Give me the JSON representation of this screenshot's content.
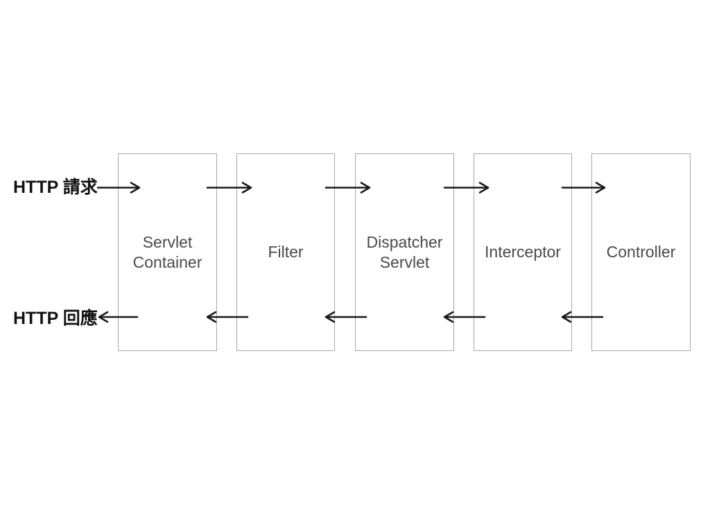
{
  "diagram": {
    "type": "flow-diagram",
    "flow_labels": {
      "request": "HTTP 請求",
      "response": "HTTP 回應"
    },
    "boxes": [
      {
        "id": "servlet-container",
        "label": "Servlet Container"
      },
      {
        "id": "filter",
        "label": "Filter"
      },
      {
        "id": "dispatcher-servlet",
        "label": "Dispatcher Servlet"
      },
      {
        "id": "interceptor",
        "label": "Interceptor"
      },
      {
        "id": "controller",
        "label": "Controller"
      }
    ],
    "flow": {
      "request_path": [
        "Servlet Container",
        "Filter",
        "Dispatcher Servlet",
        "Interceptor",
        "Controller"
      ],
      "response_path": [
        "Controller",
        "Interceptor",
        "Dispatcher Servlet",
        "Filter",
        "Servlet Container"
      ]
    },
    "colors": {
      "background": "#ffffff",
      "box_border": "#a7a7a7",
      "box_label_text": "#4a4a4a",
      "flow_label_text": "#111111",
      "arrow": "#1a1a1a"
    }
  }
}
